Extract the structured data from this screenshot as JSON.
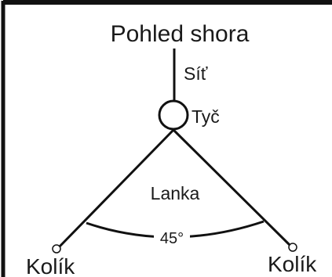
{
  "diagram": {
    "title": "Pohled shora",
    "net_label": "Síť",
    "pole_label": "Tyč",
    "ropes_label": "Lanka",
    "angle_label": "45°",
    "left_peg_label": "Kolík",
    "right_peg_label": "Kolík"
  }
}
